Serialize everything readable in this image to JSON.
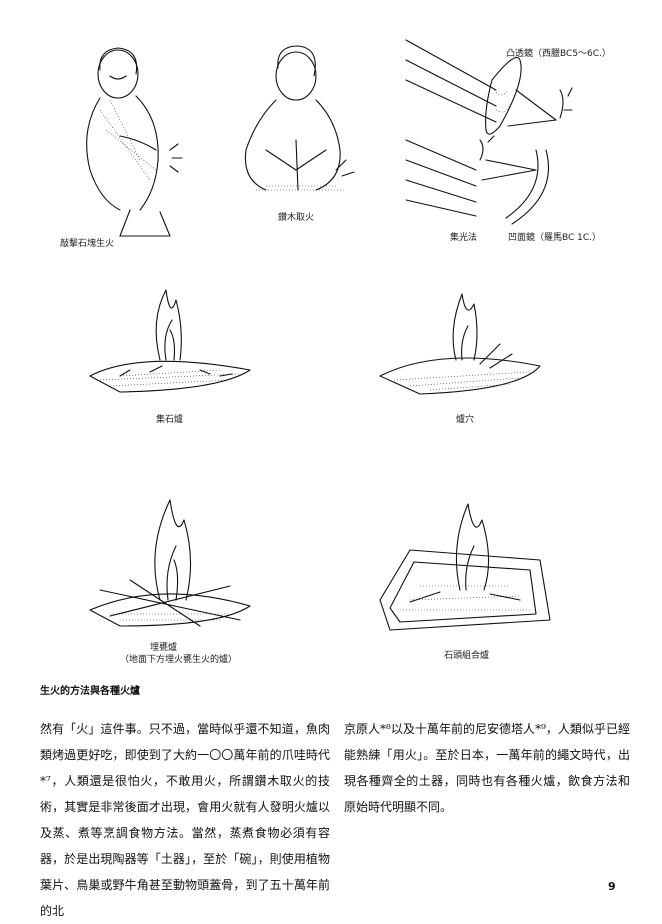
{
  "illustrations": {
    "fire_striking_label": "敲擊石塊生火",
    "drill_label": "鑽木取火",
    "convex_lens_label": "凸透鏡（西臘BC5〜6C.）",
    "sunlight_method_label": "集光法",
    "concave_mirror_label": "凹面鏡（羅馬BC 1C.）",
    "stone_pile_label": "集石爐",
    "pit_label": "爐穴",
    "buried_pot_label": "埋甕爐",
    "buried_pot_sub_label": "（地面下方埋火甕生火的爐）",
    "stone_frame_label": "石頭組合爐"
  },
  "figure_caption": "生火的方法與各種火爐",
  "body": {
    "left_column": "然有「火」這件事。只不過，當時似乎還不知道，魚肉類烤過更好吃，即使到了大約一〇〇萬年前的爪哇時代*⁷，人類還是很怕火，不敢用火，所謂鑽木取火的技術，其實是非常後面才出現，會用火就有人發明火爐以及蒸、煮等烹調食物方法。當然，蒸煮食物必須有容器，於是出現陶器等「土器」，至於「碗」，則使用植物葉片、鳥巢或野牛角甚至動物頭蓋骨，到了五十萬年前的北",
    "right_column": "京原人*⁸以及十萬年前的尼安德塔人*⁹，人類似乎已經能熟練「用火」。至於日本，一萬年前的繩文時代，出現各種齊全的土器，同時也有各種火爐，飲食方法和原始時代明顯不同。"
  },
  "page_number": "9"
}
